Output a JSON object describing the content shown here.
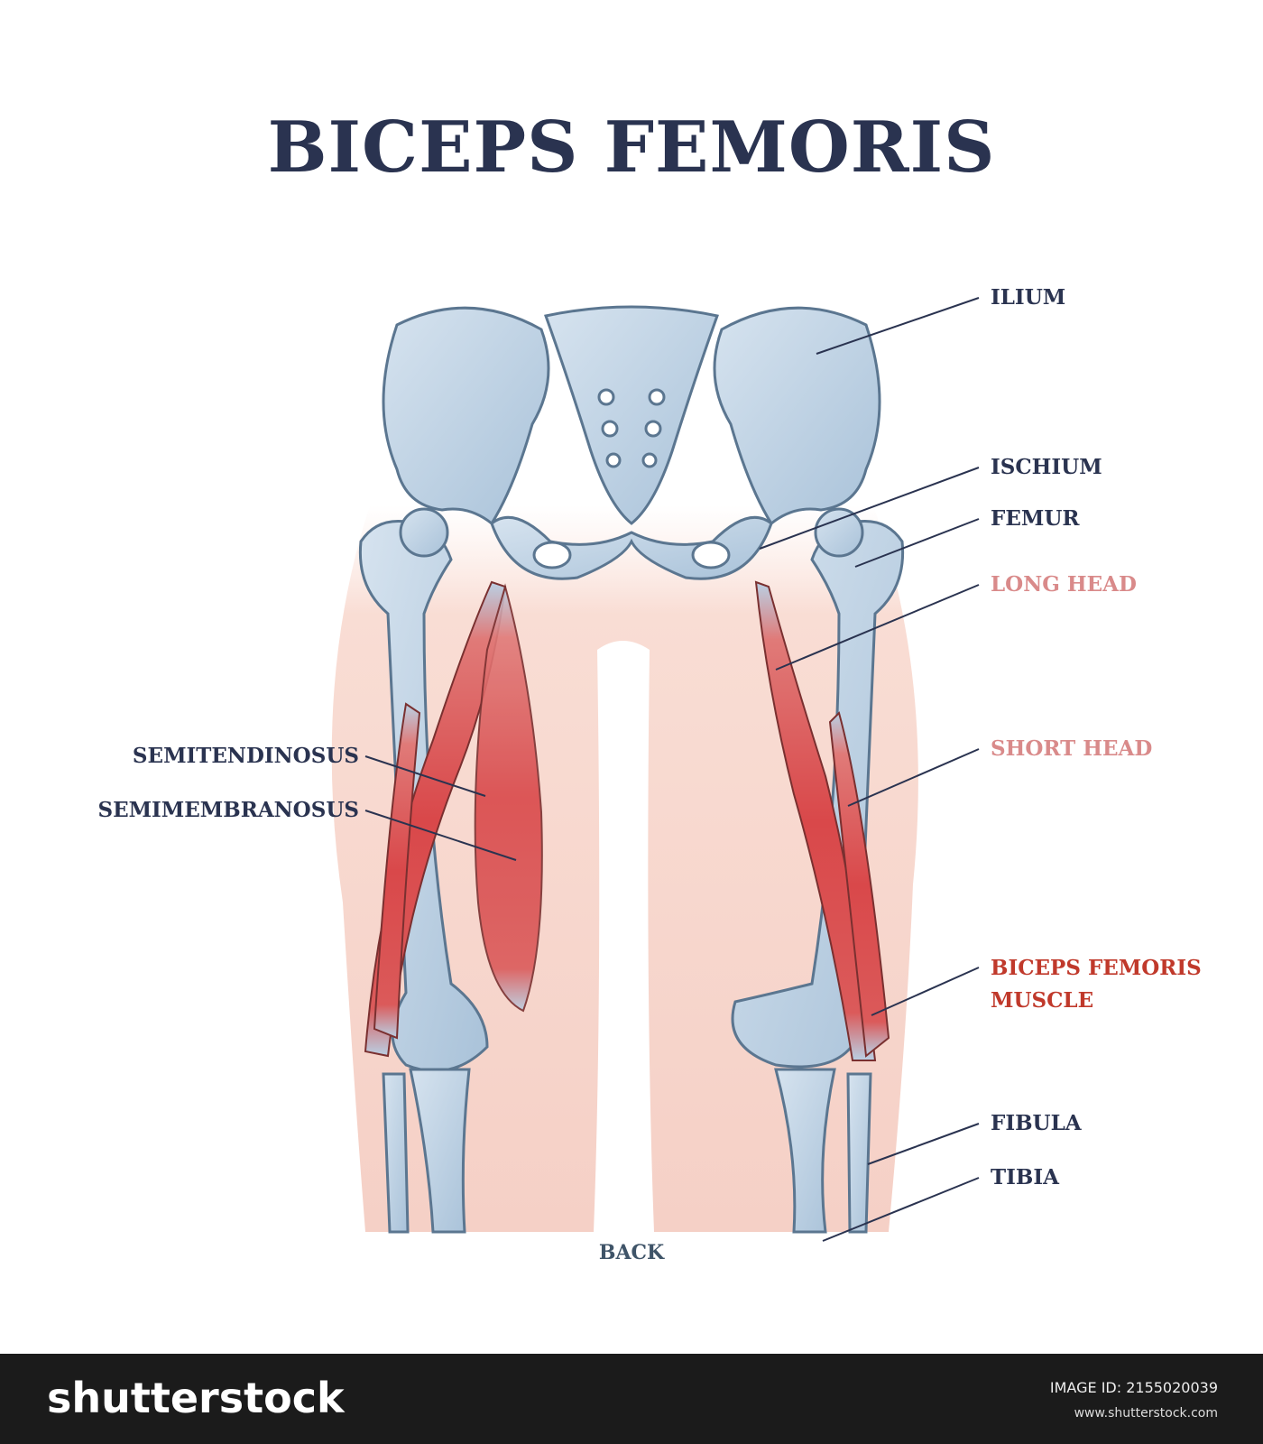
{
  "title": "BICEPS FEMORIS",
  "labels": {
    "ilium": "ILIUM",
    "ischium": "ISCHIUM",
    "femur": "FEMUR",
    "long_head": "LONG HEAD",
    "short_head": "SHORT HEAD",
    "biceps_femoris_muscle_line1": "BICEPS FEMORIS",
    "biceps_femoris_muscle_line2": "MUSCLE",
    "fibula": "FIBULA",
    "tibia": "TIBIA",
    "semitendinosus": "SEMITENDINOSUS",
    "semimembranosus": "SEMIMEMBRANOSUS",
    "view": "BACK"
  },
  "footer": {
    "brand": "shutterstock",
    "image_id": "IMAGE ID: 2155020039",
    "site": "www.shutterstock.com"
  },
  "colors": {
    "title": "#2a3350",
    "bone": "#bcd0e2",
    "muscle": "#d9484a",
    "skin": "#f7d6cd",
    "accent_pink": "#d98a8a",
    "accent_red": "#c0392b"
  }
}
